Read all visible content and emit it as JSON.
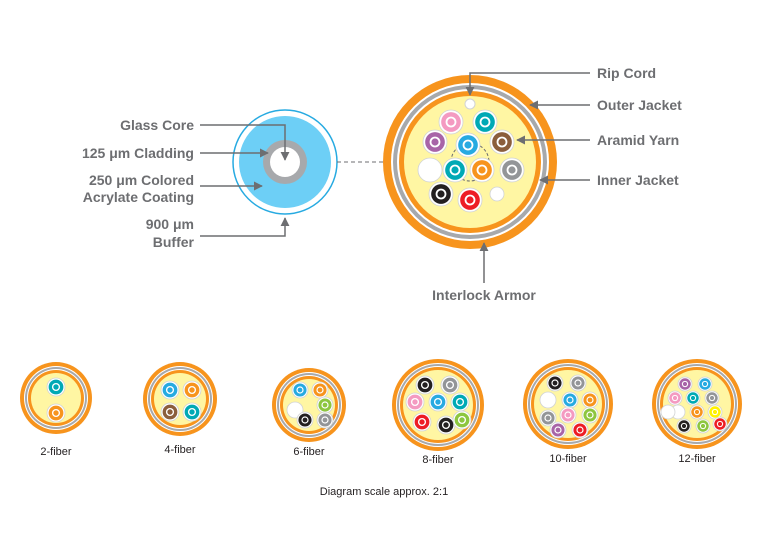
{
  "labels": {
    "glass_core": "Glass Core",
    "cladding": "125 μm Cladding",
    "coating_1": "250 μm Colored",
    "coating_2": "Acrylate Coating",
    "buffer_1": "900 μm",
    "buffer_2": "Buffer",
    "rip_cord": "Rip Cord",
    "outer_jacket": "Outer Jacket",
    "aramid_yarn": "Aramid Yarn",
    "inner_jacket": "Inner Jacket",
    "interlock_armor": "Interlock Armor"
  },
  "variants": [
    {
      "label": "2-fiber"
    },
    {
      "label": "4-fiber"
    },
    {
      "label": "6-fiber"
    },
    {
      "label": "8-fiber"
    },
    {
      "label": "10-fiber"
    },
    {
      "label": "12-fiber"
    }
  ],
  "caption": "Diagram scale approx. 2:1",
  "colors": {
    "orange": "#f7941d",
    "gray": "#a7a9ac",
    "yellow": "#fff6a3",
    "buffer_blue": "#6dcff6",
    "label_gray": "#6d6e71",
    "fiber_palette": [
      "#00a9b5",
      "#f7941d",
      "#8dc63f",
      "#8b5e3c",
      "#939598",
      "#ffffff",
      "#ed1c24",
      "#231f20",
      "#fff200",
      "#a864a8",
      "#f49ac1",
      "#27aae1"
    ]
  }
}
